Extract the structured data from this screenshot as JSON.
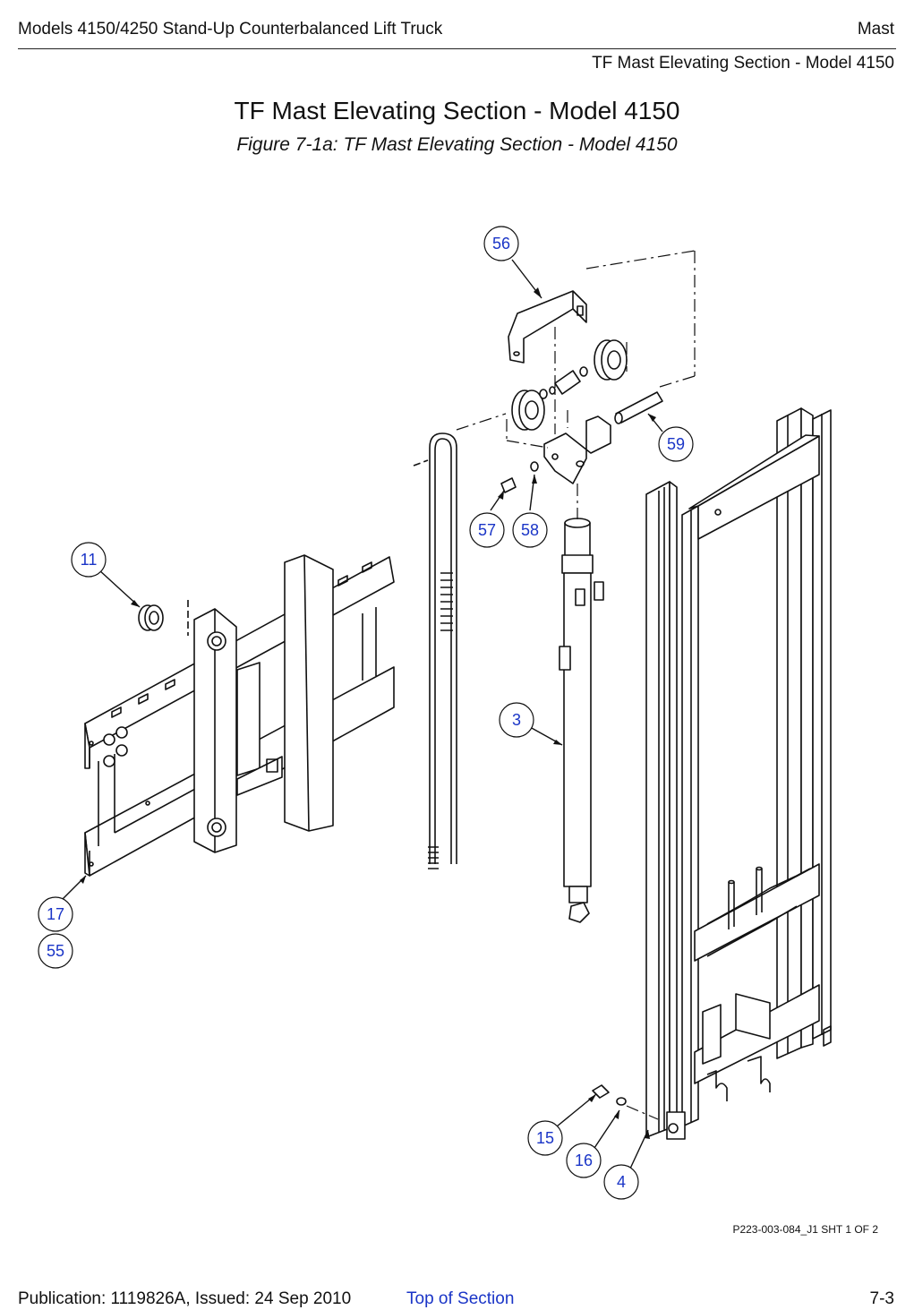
{
  "header": {
    "doc_title": "Models 4150/4250 Stand-Up Counterbalanced Lift Truck",
    "chapter": "Mast",
    "section": "TF Mast Elevating Section - Model 4150"
  },
  "page_title": "TF Mast Elevating Section - Model 4150",
  "figure_caption": "Figure 7-1a:  TF Mast Elevating Section - Model 4150",
  "callouts": [
    "56",
    "59",
    "57",
    "58",
    "11",
    "3",
    "17",
    "55",
    "15",
    "16",
    "4"
  ],
  "drawing_ref": "P223-003-084_J1 SHT 1 OF 2",
  "footer": {
    "publication": "Publication: 1119826A, Issued: 24 Sep 2010",
    "top_link": "Top of Section",
    "page_number": "7-3"
  },
  "colors": {
    "link": "#1a35c7",
    "line": "#111111"
  }
}
